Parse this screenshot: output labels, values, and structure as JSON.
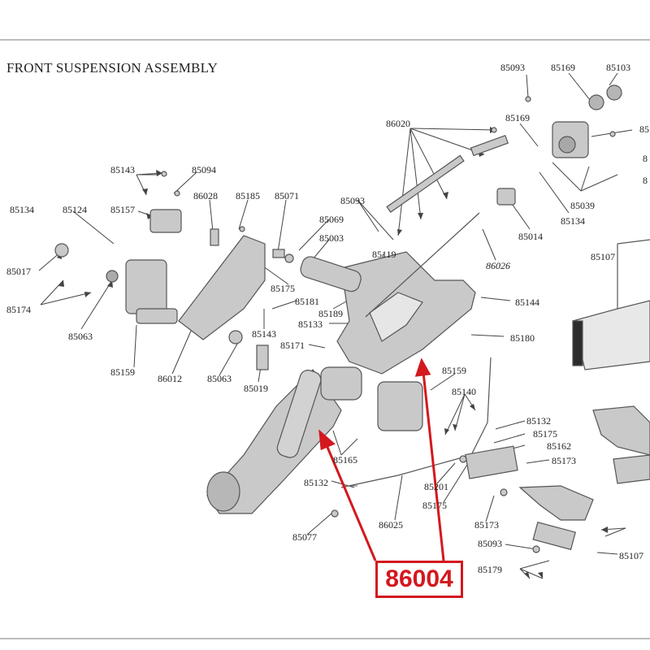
{
  "title": "FRONT SUSPENSION ASSEMBLY",
  "callout_part": "86004",
  "accent_color": "#d3181e",
  "parts": [
    {
      "id": "p85093a",
      "text": "85093"
    },
    {
      "id": "p85169a",
      "text": "85169"
    },
    {
      "id": "p85103",
      "text": "85103"
    },
    {
      "id": "p85169b",
      "text": "85169"
    },
    {
      "id": "p86020",
      "text": "86020"
    },
    {
      "id": "p85039",
      "text": "85039"
    },
    {
      "id": "p85134a",
      "text": "85134"
    },
    {
      "id": "p85014",
      "text": "85014"
    },
    {
      "id": "p86026",
      "text": "86026"
    },
    {
      "id": "p85107a",
      "text": "85107"
    },
    {
      "id": "p85143a",
      "text": "85143"
    },
    {
      "id": "p85094",
      "text": "85094"
    },
    {
      "id": "p86028",
      "text": "86028"
    },
    {
      "id": "p85185",
      "text": "85185"
    },
    {
      "id": "p85071",
      "text": "85071"
    },
    {
      "id": "p85093b",
      "text": "85093"
    },
    {
      "id": "p85134b",
      "text": "85134"
    },
    {
      "id": "p85124",
      "text": "85124"
    },
    {
      "id": "p85157",
      "text": "85157"
    },
    {
      "id": "p85069",
      "text": "85069"
    },
    {
      "id": "p85003",
      "text": "85003"
    },
    {
      "id": "p85119",
      "text": "85119"
    },
    {
      "id": "p85017",
      "text": "85017"
    },
    {
      "id": "p85174",
      "text": "85174"
    },
    {
      "id": "p85175a",
      "text": "85175"
    },
    {
      "id": "p85181",
      "text": "85181"
    },
    {
      "id": "p85144",
      "text": "85144"
    },
    {
      "id": "p85189",
      "text": "85189"
    },
    {
      "id": "p85133",
      "text": "85133"
    },
    {
      "id": "p85063a",
      "text": "85063"
    },
    {
      "id": "p85143b",
      "text": "85143"
    },
    {
      "id": "p85180",
      "text": "85180"
    },
    {
      "id": "p85171",
      "text": "85171"
    },
    {
      "id": "p85159a",
      "text": "85159"
    },
    {
      "id": "p86012",
      "text": "86012"
    },
    {
      "id": "p85063b",
      "text": "85063"
    },
    {
      "id": "p85159b",
      "text": "85159"
    },
    {
      "id": "p85140",
      "text": "85140"
    },
    {
      "id": "p85019",
      "text": "85019"
    },
    {
      "id": "p85132a",
      "text": "85132"
    },
    {
      "id": "p85175b",
      "text": "85175"
    },
    {
      "id": "p85165",
      "text": "85165"
    },
    {
      "id": "p85162",
      "text": "85162"
    },
    {
      "id": "p85173a",
      "text": "85173"
    },
    {
      "id": "p85132b",
      "text": "85132"
    },
    {
      "id": "p85201",
      "text": "85201"
    },
    {
      "id": "p85175c",
      "text": "85175"
    },
    {
      "id": "p86025",
      "text": "86025"
    },
    {
      "id": "p85077",
      "text": "85077"
    },
    {
      "id": "p85173b",
      "text": "85173"
    },
    {
      "id": "p85093c",
      "text": "85093"
    },
    {
      "id": "p85107b",
      "text": "85107"
    },
    {
      "id": "p85179",
      "text": "85179"
    },
    {
      "id": "p85cut1",
      "text": "85"
    },
    {
      "id": "p85cut2",
      "text": "8"
    },
    {
      "id": "p85cut3",
      "text": "8"
    }
  ]
}
